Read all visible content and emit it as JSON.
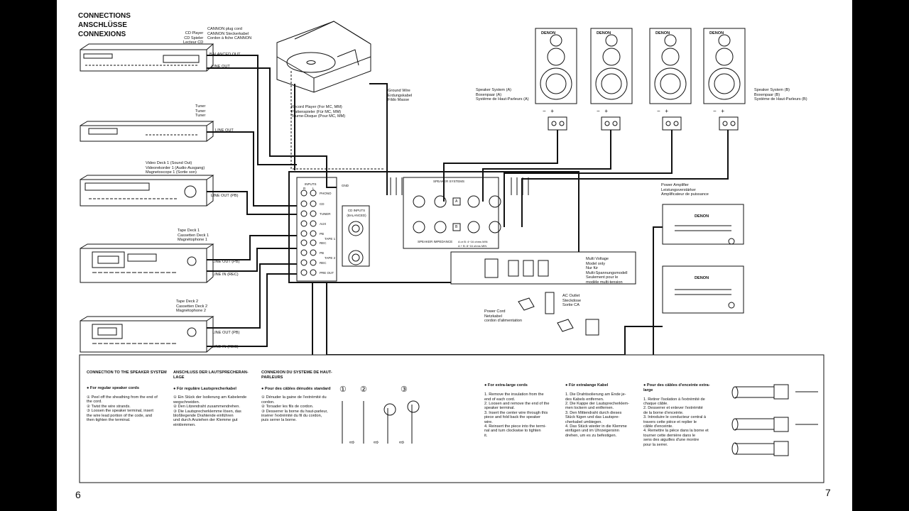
{
  "header": {
    "title_en": "CONNECTIONS",
    "title_de": "ANSCHLÜSSE",
    "title_fr": "CONNEXIONS"
  },
  "devices": {
    "cd": {
      "l1": "CD Player",
      "l2": "CD Spieler",
      "l3": "Lecteur CD"
    },
    "cannon": {
      "l1": "CANNON plug cord",
      "l2": "CANNON Steckerkabel",
      "l3": "Cordon à fiche CANNON"
    },
    "balanced_out": "BALANCED OUT",
    "cd_line_out": "LINE OUT",
    "tuner": {
      "l1": "Tuner",
      "l2": "Tuner",
      "l3": "Tuner"
    },
    "tuner_line_out": "LINE OUT",
    "video": {
      "l1": "Video Deck 1 (Sound Out)",
      "l2": "Videorekorder 1 (Audio-Ausgang)",
      "l3": "Magnetoscope 1 (Sortie son)"
    },
    "video_line_out": "LINE OUT (PB)",
    "tape1": {
      "l1": "Tape Deck 1",
      "l2": "Cassetten Deck 1",
      "l3": "Magnétophone 1"
    },
    "tape1_out": "LINE OUT (PB)",
    "tape1_in": "LINE IN (REC)",
    "tape2": {
      "l1": "Tape Deck 2",
      "l2": "Cassetten Deck 2",
      "l3": "Magnétophone 2"
    },
    "tape2_out": "LINE OUT (PB)",
    "tape2_in": "LINE IN (REC)",
    "record": {
      "l1": "Record Player (For MC, MM)",
      "l2": "Plattenspieler (Für MC, MM)",
      "l3": "Tourne-Disque (Pour MC, MM)"
    },
    "ground": {
      "l1": "Ground Wire",
      "l2": "Erdungskabel",
      "l3": "Fildo Masse"
    },
    "speakerA": {
      "l1": "Speaker System (A)",
      "l2": "Boxenpaar (A)",
      "l3": "Système de Haut-Parleurs (A)"
    },
    "speakerB": {
      "l1": "Speaker System (B)",
      "l2": "Boxenpaar (B)",
      "l3": "Système de Haut-Parleurs (B)"
    },
    "speaker_brand": "DENON",
    "power_amp": {
      "l1": "Power Amplifier",
      "l2": "Leistungsverstärker",
      "l3": "Amplificateur de puissance"
    },
    "amp_brand": "DENON",
    "multi": {
      "l1": "Multi Voltage",
      "l2": "Model only",
      "l3": "Nur für",
      "l4": "Multi-Spannungsmodell",
      "l5": "Seulement pour le",
      "l6": "modèle multi-tension"
    },
    "power_cord": {
      "l1": "Power Cord",
      "l2": "Netzkabel",
      "l3": "cordon d'alimentation"
    },
    "ac_outlet": {
      "l1": "AC Outlet",
      "l2": "Steckdose",
      "l3": "Sortie CA"
    }
  },
  "panel": {
    "inputs": "INPUTS",
    "r": "R",
    "l": "L",
    "phono": "PHONO",
    "cd": "CD",
    "tuner": "TUNER",
    "aux": "AUX",
    "pb1": "PB",
    "rec1": "REC",
    "tape1": "TAPE 1",
    "pb2": "PB",
    "rec2": "REC",
    "tape2": "TAPE 2",
    "pre_out": "PRE OUT",
    "gnd": "GND",
    "cd_balanced": "CD INPUTS (BALANCED)",
    "speaker_systems": "SPEAKER SYSTEMS",
    "speaker_impedance": "SPEAKER IMPEDANCE",
    "imp1": "A or B: 4~16 ohms MIN",
    "imp2": "A + B: 8~16 ohms MIN",
    "term_a": "A",
    "term_b": "B",
    "plus": "+",
    "minus": "−"
  },
  "instructions": {
    "en_title": "CONNECTION TO THE SPEAKER SYSTEM",
    "en_sub": "● For regular speaker cords",
    "en_steps": "① Peel off the sheathing from the end of\n     the cord.\n② Twist the wire strands.\n③ Loosen the speaker terminal, insert\n     the wire lead portion of the code, and\n     then tighten the terminal.",
    "de_title": "ANSCHLUSS DER LAUTSPRECHERAN-\nLAGE",
    "de_sub": "● Für reguläre Lautsprecherkabel",
    "de_steps": "① Ein Stück der Isolierung am Kabelende\n     wegschneiden.\n② Den Litzendraht zusammendrehen.\n③ Die Lautsprecherklemme lösen, das\n     bloßliegende Drahtende einführen\n     und durch Anziehen der Klemme gut\n     einklemmen.",
    "fr_title": "CONNEXION DU SYSTEME DE HAUT-\nPARLEURS",
    "fr_sub": "● Pour des câbles dénudés standard",
    "fr_steps": "① Dénuder la gaine de l'extrémité du\n     cordon.\n② Torsader les fils de cordon.\n③ Desserrer la borne du haut-parleur,\n     insérer l'extrémité du fil du cordon,\n     puis serrer la borne.",
    "step_nums": [
      "①",
      "②",
      "③"
    ],
    "extra_en_title": "● For extra-large cords",
    "extra_en": "1. Remove the insulation from the\n    end of each cord.\n2. Loosen and remove the end of the\n    speaker terminal.\n3. Insert the center wire through this\n    piece and fold back the speaker\n    wire.\n4. Reinsert the piece into the termi-\n    nal and turn clockwise to tighten\n    it.",
    "extra_de_title": "● Für extralange Kabel",
    "extra_de": "1. Die Drahtisolierung am Ende je-\n    des Kabels entfernen.\n2. Die Kappe der Lautsprecherklem-\n    men lockern und entfernen.\n3. Den Mittendraht durch dieses\n    Stück fügen und das Lautspre-\n    cherkabel umbiegen.\n4. Das Stück wieder in die Klemme\n    einfügen und im Uhrzeigersinn\n    drehen, um es zu befestigen.",
    "extra_fr_title": "● Pour des câbles d'enceinte extra-\n    large",
    "extra_fr": "1. Retirer l'isolation à l'extrémité de\n    chaque câble.\n2. Desserrer et enlever l'extrémité\n    de la borne d'enceinte.\n3. Introduire le conducteur central à\n    travers cette pièce et replier le\n    câble d'enceinte.\n4. Remettre la pièce dans la borne et\n    tourner cette dernière dans le\n    sens des aiguilles d'une montre\n    pour la serrer."
  },
  "page_numbers": {
    "left": "6",
    "right": "7"
  }
}
